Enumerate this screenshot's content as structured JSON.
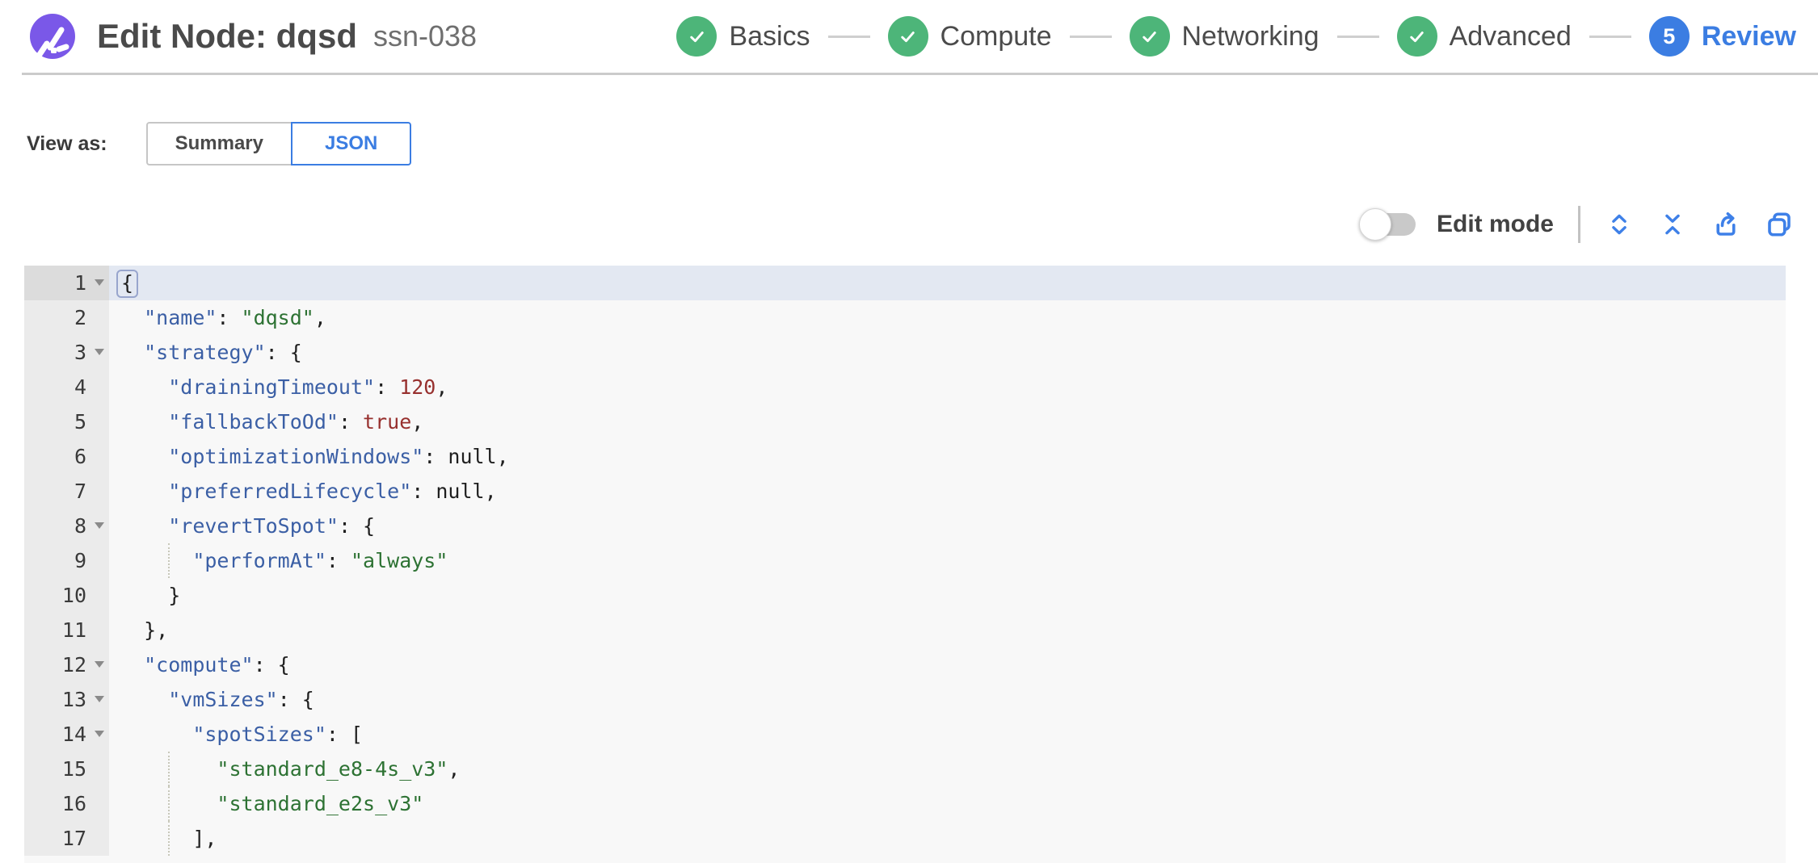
{
  "header": {
    "title": "Edit Node: dqsd",
    "subtitle": "ssn-038",
    "steps": [
      {
        "label": "Basics",
        "state": "complete"
      },
      {
        "label": "Compute",
        "state": "complete"
      },
      {
        "label": "Networking",
        "state": "complete"
      },
      {
        "label": "Advanced",
        "state": "complete"
      },
      {
        "label": "Review",
        "state": "current",
        "number": "5"
      }
    ]
  },
  "view_as": {
    "label": "View as:",
    "options": [
      {
        "label": "Summary",
        "selected": false
      },
      {
        "label": "JSON",
        "selected": true
      }
    ]
  },
  "toolbar": {
    "edit_mode_label": "Edit mode",
    "edit_mode_on": false,
    "icons": [
      "expand-all-icon",
      "collapse-all-icon",
      "export-icon",
      "copy-icon"
    ]
  },
  "colors": {
    "accent_blue": "#3b7de2",
    "success_green": "#4db579",
    "logo_purple": "#7a58e8",
    "key_blue": "#3b5fa5",
    "string_green": "#2d7233",
    "number_red": "#97302e"
  },
  "editor": {
    "lines": [
      {
        "n": 1,
        "fold": true,
        "active": true,
        "tokens": [
          [
            "pb",
            "{"
          ]
        ]
      },
      {
        "n": 2,
        "tokens": [
          [
            "w",
            "  "
          ],
          [
            "k",
            "\"name\""
          ],
          [
            "p",
            ": "
          ],
          [
            "s",
            "\"dqsd\""
          ],
          [
            "p",
            ","
          ]
        ]
      },
      {
        "n": 3,
        "fold": true,
        "tokens": [
          [
            "w",
            "  "
          ],
          [
            "k",
            "\"strategy\""
          ],
          [
            "p",
            ": {"
          ]
        ]
      },
      {
        "n": 4,
        "tokens": [
          [
            "w",
            "    "
          ],
          [
            "k",
            "\"drainingTimeout\""
          ],
          [
            "p",
            ": "
          ],
          [
            "n",
            "120"
          ],
          [
            "p",
            ","
          ]
        ]
      },
      {
        "n": 5,
        "tokens": [
          [
            "w",
            "    "
          ],
          [
            "k",
            "\"fallbackToOd\""
          ],
          [
            "p",
            ": "
          ],
          [
            "b",
            "true"
          ],
          [
            "p",
            ","
          ]
        ]
      },
      {
        "n": 6,
        "tokens": [
          [
            "w",
            "    "
          ],
          [
            "k",
            "\"optimizationWindows\""
          ],
          [
            "p",
            ": "
          ],
          [
            "u",
            "null"
          ],
          [
            "p",
            ","
          ]
        ]
      },
      {
        "n": 7,
        "tokens": [
          [
            "w",
            "    "
          ],
          [
            "k",
            "\"preferredLifecycle\""
          ],
          [
            "p",
            ": "
          ],
          [
            "u",
            "null"
          ],
          [
            "p",
            ","
          ]
        ]
      },
      {
        "n": 8,
        "fold": true,
        "tokens": [
          [
            "w",
            "    "
          ],
          [
            "k",
            "\"revertToSpot\""
          ],
          [
            "p",
            ": {"
          ]
        ]
      },
      {
        "n": 9,
        "guide": true,
        "tokens": [
          [
            "w",
            "      "
          ],
          [
            "k",
            "\"performAt\""
          ],
          [
            "p",
            ": "
          ],
          [
            "s",
            "\"always\""
          ]
        ]
      },
      {
        "n": 10,
        "tokens": [
          [
            "w",
            "    "
          ],
          [
            "p",
            "}"
          ]
        ]
      },
      {
        "n": 11,
        "tokens": [
          [
            "w",
            "  "
          ],
          [
            "p",
            "},"
          ]
        ]
      },
      {
        "n": 12,
        "fold": true,
        "tokens": [
          [
            "w",
            "  "
          ],
          [
            "k",
            "\"compute\""
          ],
          [
            "p",
            ": {"
          ]
        ]
      },
      {
        "n": 13,
        "fold": true,
        "tokens": [
          [
            "w",
            "    "
          ],
          [
            "k",
            "\"vmSizes\""
          ],
          [
            "p",
            ": {"
          ]
        ]
      },
      {
        "n": 14,
        "fold": true,
        "tokens": [
          [
            "w",
            "      "
          ],
          [
            "k",
            "\"spotSizes\""
          ],
          [
            "p",
            ": ["
          ]
        ]
      },
      {
        "n": 15,
        "guide": true,
        "tokens": [
          [
            "w",
            "        "
          ],
          [
            "s",
            "\"standard_e8-4s_v3\""
          ],
          [
            "p",
            ","
          ]
        ]
      },
      {
        "n": 16,
        "guide": true,
        "tokens": [
          [
            "w",
            "        "
          ],
          [
            "s",
            "\"standard_e2s_v3\""
          ]
        ]
      },
      {
        "n": 17,
        "guide": true,
        "tokens": [
          [
            "w",
            "      "
          ],
          [
            "p",
            "],"
          ]
        ]
      }
    ]
  }
}
